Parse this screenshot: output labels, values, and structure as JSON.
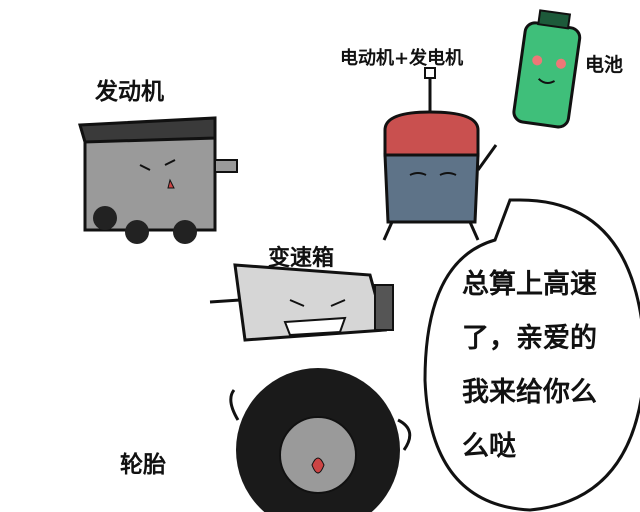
{
  "labels": {
    "engine": "发动机",
    "motor_generator": "电动机+发电机",
    "battery": "电池",
    "gearbox": "变速箱",
    "tire": "轮胎"
  },
  "speech_bubble": {
    "lines": [
      "总算上高速",
      "了，亲爱的",
      "我来给你么",
      "么哒"
    ]
  },
  "colors": {
    "engine_body": "#9a9a9a",
    "engine_top": "#3a3a3a",
    "motor_top": "#c9504f",
    "motor_body": "#5e7388",
    "battery": "#3fbf7a",
    "gearbox": "#d6d6d6",
    "tire": "#1a1a1a"
  }
}
